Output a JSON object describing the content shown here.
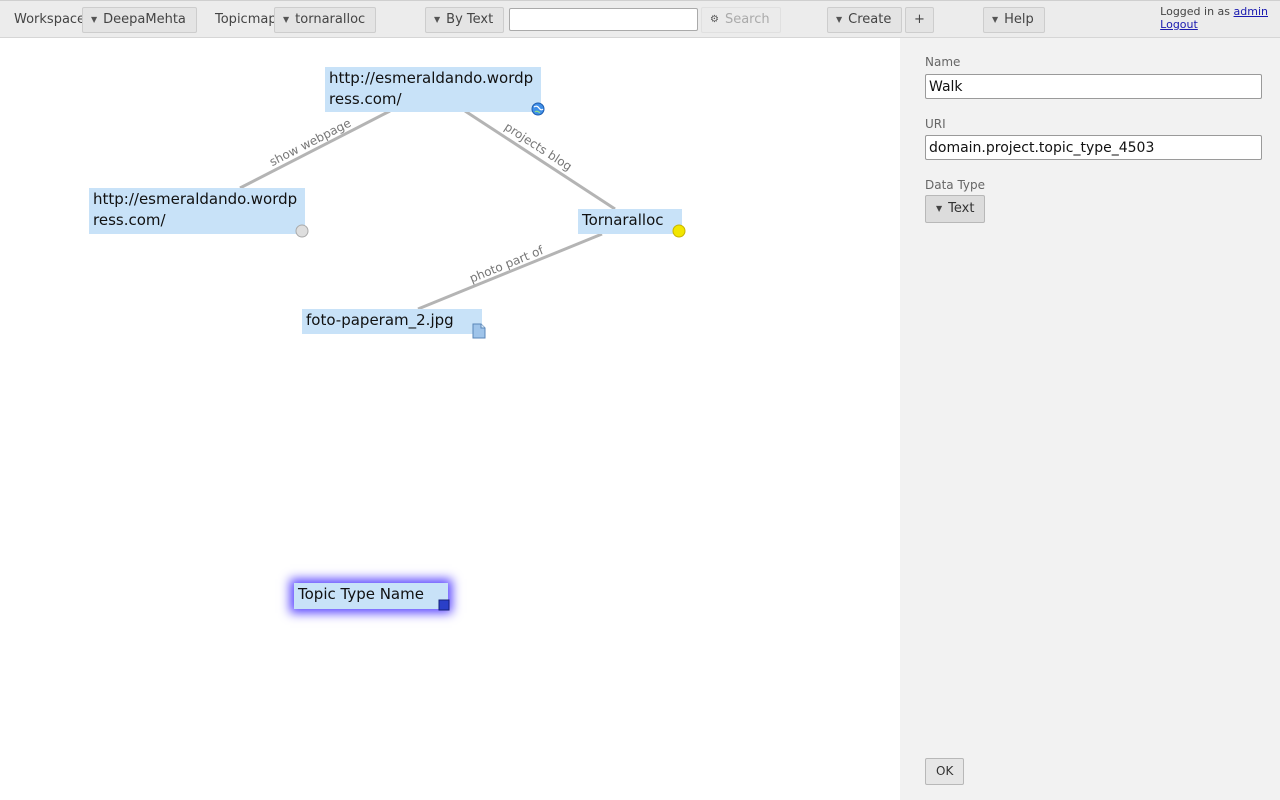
{
  "toolbar": {
    "workspace_label": "Workspace",
    "workspace_value": "DeepaMehta",
    "topicmap_label": "Topicmap",
    "topicmap_value": "tornaralloc",
    "search_mode": "By Text",
    "search_value": "",
    "search_button": "Search",
    "create_button": "Create",
    "plus_button": "+",
    "help_button": "Help",
    "login_text": "Logged in as",
    "login_user": "admin",
    "logout": "Logout"
  },
  "topicmap": {
    "topics": [
      {
        "id": "webpage1",
        "label": "http://esmeraldando.wordpress.com/",
        "icon": "globe-icon"
      },
      {
        "id": "webpage2",
        "label": "http://esmeraldando.wordpress.com/",
        "icon": "gray-circle-icon"
      },
      {
        "id": "project",
        "label": "Tornaralloc",
        "icon": "yellow-circle-icon"
      },
      {
        "id": "file",
        "label": "foto-paperam_2.jpg",
        "icon": "file-icon"
      },
      {
        "id": "selected",
        "label": "Topic Type Name",
        "icon": "topic-type-icon"
      }
    ],
    "associations": [
      {
        "label": "show webpage"
      },
      {
        "label": "projects blog"
      },
      {
        "label": "photo part of"
      }
    ]
  },
  "panel": {
    "name_label": "Name",
    "name_value": "Walk",
    "uri_label": "URI",
    "uri_value": "domain.project.topic_type_4503",
    "datatype_label": "Data Type",
    "datatype_value": "Text",
    "ok_button": "OK"
  },
  "colors": {
    "topic_bg": "#c8e2f8",
    "selection_glow": "#5a46ff",
    "panel_bg": "#f2f2f2",
    "association": "#b4b4b4"
  }
}
